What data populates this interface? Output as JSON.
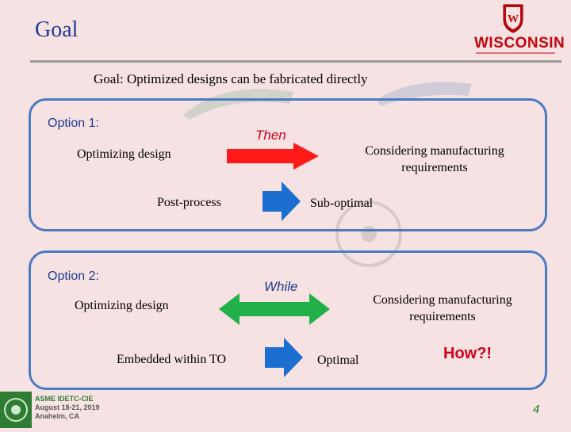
{
  "slide": {
    "title": "Goal",
    "goal_statement": "Goal: Optimized designs can be fabricated directly",
    "page_number": "4"
  },
  "logo": {
    "name": "WISCONSIN"
  },
  "option1": {
    "label": "Option 1:",
    "left_top": "Optimizing design",
    "connector": "Then",
    "right_top": "Considering manufacturing requirements",
    "left_bottom": "Post-process",
    "right_bottom": "Sub-optimal"
  },
  "option2": {
    "label": "Option 2:",
    "left_top": "Optimizing design",
    "connector": "While",
    "right_top": "Considering manufacturing requirements",
    "left_bottom": "Embedded within TO",
    "right_bottom": "Optimal",
    "question": "How?!"
  },
  "footer": {
    "line1": "ASME IDETC-CIE",
    "line2": "August 18-21, 2019",
    "line3": "Anaheim, CA"
  },
  "colors": {
    "background": "#f6e2e2",
    "title_blue": "#1f3a93",
    "box_blue": "#4a7bc3",
    "arrow_red": "#ff1a1a",
    "arrow_green": "#22b04a",
    "arrow_blue": "#1c6fd0",
    "wisconsin_red": "#c5050c"
  }
}
